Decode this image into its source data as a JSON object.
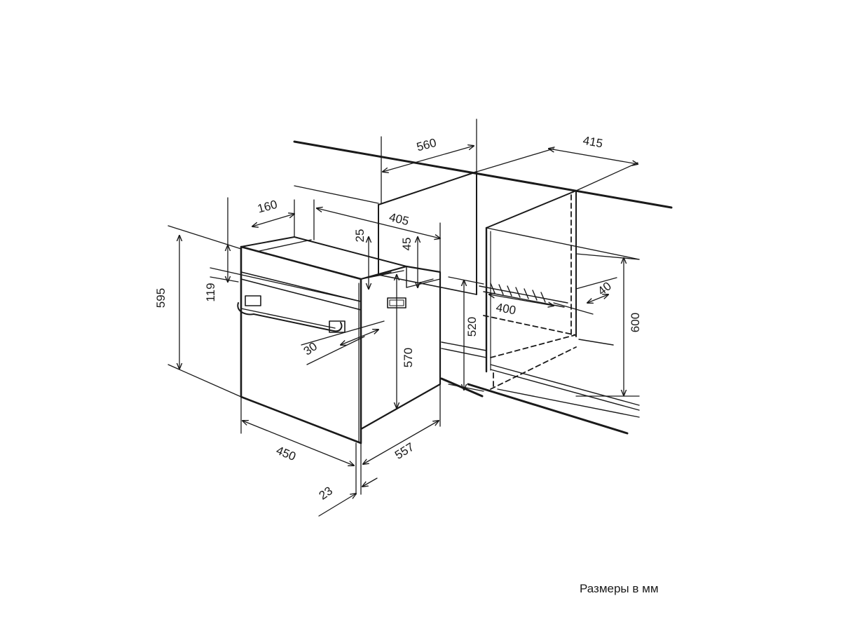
{
  "caption": "Размеры в мм",
  "dimensions": {
    "d595": "595",
    "d119": "119",
    "d160": "160",
    "d405": "405",
    "d560": "560",
    "d415": "415",
    "d25": "25",
    "d45": "45",
    "d570": "570",
    "d520": "520",
    "d30": "30",
    "d450": "450",
    "d557": "557",
    "d23": "23",
    "d400": "400",
    "d40": "40",
    "d600": "600"
  },
  "colors": {
    "line": "#1a1a1a",
    "background": "#ffffff"
  }
}
